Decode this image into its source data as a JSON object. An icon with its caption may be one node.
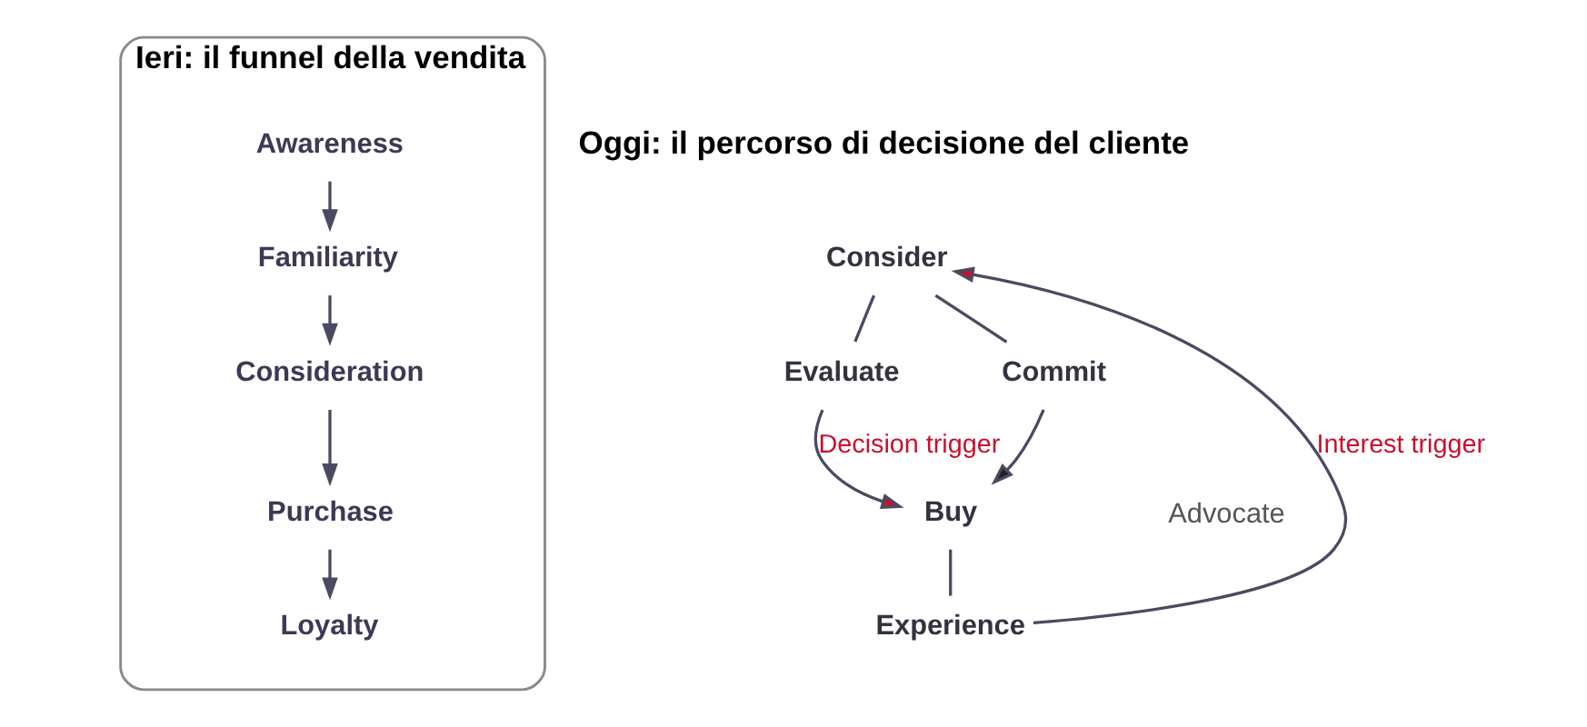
{
  "diagram": {
    "nodes": [
      {
        "text": [
          "Ieri: il funnel della vendita"
        ]
      },
      {
        "text": [
          "Awareness"
        ],
        "in": 0
      },
      {
        "text": [
          "Familiarity"
        ],
        "in": 0
      },
      {
        "text": [
          "Consideration"
        ],
        "in": 0
      },
      {
        "text": [
          "Purchase"
        ],
        "in": 0
      },
      {
        "text": [
          "Loyalty"
        ],
        "in": 0
      },
      {
        "text": [
          "Evaluate"
        ]
      },
      {
        "text": [
          "Commit"
        ]
      },
      {
        "text": [
          "Consider"
        ]
      },
      {
        "text": [
          "Buy"
        ]
      },
      {
        "text": [
          "Experience"
        ]
      }
    ],
    "edges": [
      {
        "from": 1,
        "to": 2,
        "arrow": "to"
      },
      {
        "from": 2,
        "to": 3,
        "arrow": "to"
      },
      {
        "from": 3,
        "to": 4,
        "arrow": "to"
      },
      {
        "from": 4,
        "to": 5,
        "arrow": "to"
      },
      {
        "from": 8,
        "to": 6,
        "arrow": "none"
      },
      {
        "from": 6,
        "to": 9,
        "arrow": "to",
        "label": "Decision trigger"
      },
      {
        "from": 8,
        "to": 7,
        "arrow": "none"
      },
      {
        "from": 7,
        "to": 9,
        "arrow": "to"
      },
      {
        "from": 9,
        "to": 10,
        "arrow": "none"
      },
      {
        "from": 10,
        "to": 8,
        "arrow": "to",
        "label": "Interest trigger"
      }
    ],
    "labels": [
      "Oggi: il percorso di decisione del cliente",
      "Advocate"
    ]
  }
}
